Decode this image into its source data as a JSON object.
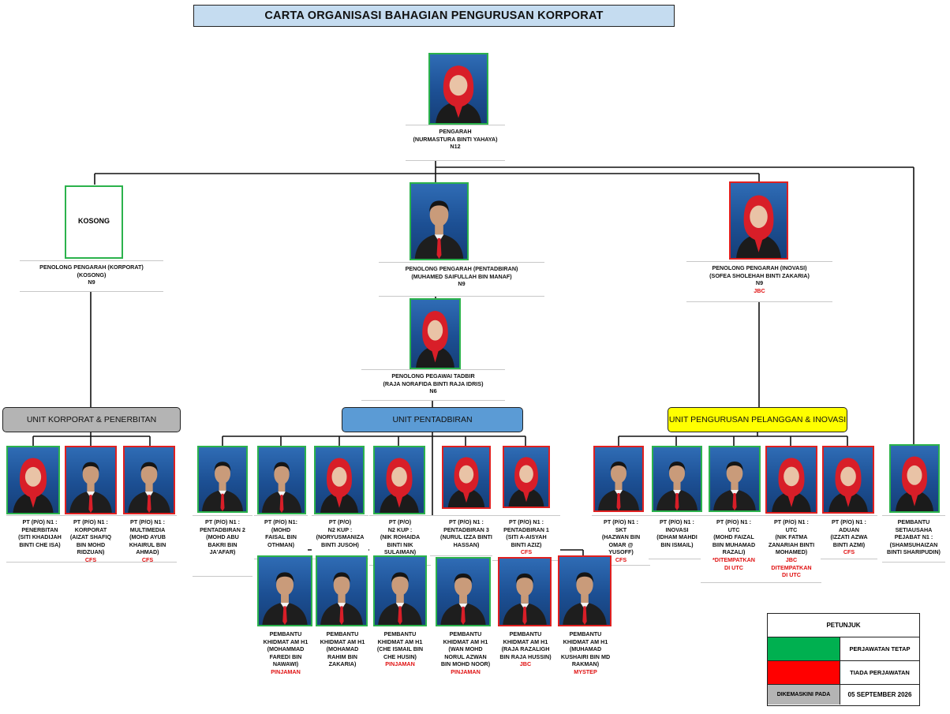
{
  "title": "CARTA ORGANISASI BAHAGIAN PENGURUSAN KORPORAT",
  "director": {
    "role": "PENGARAH",
    "name": "(NURMASTURA BINTI YAHAYA)",
    "grade": "N12"
  },
  "deputies": [
    {
      "placeholder": "KOSONG",
      "role": "PENOLONG PENGARAH (KORPORAT)",
      "name": "(KOSONG)",
      "grade": "N9",
      "status": ""
    },
    {
      "role": "PENOLONG PENGARAH (PENTADBIRAN)",
      "name": "(MUHAMED SAIFULLAH BIN MANAF)",
      "grade": "N9",
      "status": ""
    },
    {
      "role": "PENOLONG PENGARAH (INOVASI)",
      "name": "(SOFEA SHOLEHAH BINTI ZAKARIA)",
      "grade": "N9",
      "status": "JBC"
    }
  ],
  "admin_officer": {
    "role": "PENOLONG PEGAWAI TADBIR",
    "name": "(RAJA NORAFIDA BINTI RAJA IDRIS)",
    "grade": "N6"
  },
  "units": [
    {
      "label": "UNIT KORPORAT & PENERBITAN",
      "color": "#b4b4b4"
    },
    {
      "label": "UNIT PENTADBIRAN",
      "color": "#5b9bd5"
    },
    {
      "label": "UNIT PENGURUSAN PELANGGAN & INOVASI",
      "color": "#ffff00"
    }
  ],
  "staff": [
    {
      "text": "PT (P/O) N1 :\nPENERBITAN\n(SITI KHADIJAH\nBINTI CHE ISA)",
      "status": ""
    },
    {
      "text": "PT (P/O) N1 :\nKORPORAT\n(AIZAT SHAFIQ\nBIN MOHD\nRIDZUAN)",
      "status": "CFS"
    },
    {
      "text": "PT (P/O) N1 :\nMULTIMEDIA\n(MOHD AYUB\nKHAIRUL BIN\nAHMAD)",
      "status": "CFS"
    },
    {
      "text": "PT (P/O) N1 :\nPENTADBIRAN 2\n(MOHD ABU\nBAKRI BIN\nJA'AFAR)",
      "status": ""
    },
    {
      "text": "PT (P/O) N1:\n(MOHD\nFAISAL BIN\nOTHMAN)",
      "status": ""
    },
    {
      "text": "PT (P/O)\nN2 KUP :\n(NORYUSMANIZA\nBINTI JUSOH)",
      "status": ""
    },
    {
      "text": "PT (P/O)\nN2 KUP :\n(NIK ROHAIDA\nBINTI NIK\nSULAIMAN)",
      "status": ""
    },
    {
      "text": "PT (P/O) N1 :\nPENTADBIRAN 3\n(NURUL IZZA BINTI\nHASSAN)",
      "status": ""
    },
    {
      "text": "PT (P/O) N1 :\nPENTADBIRAN 1\n(SITI A-AISYAH\nBINTI AZIZ)",
      "status": "CFS"
    },
    {
      "text": "PT (P/O) N1 :\nSKT\n(HAZWAN BIN\nOMAR @\nYUSOFF)",
      "status": "CFS"
    },
    {
      "text": "PT (P/O) N1 :\nINOVASI\n(IDHAM MAHDI\nBIN ISMAIL)",
      "status": ""
    },
    {
      "text": "PT (P/O) N1 :\nUTC\n(MOHD FAIZAL\nBIIN MUHAMAD\nRAZALI)",
      "status": "*DITEMPATKAN\nDI UTC"
    },
    {
      "text": "PT (P/O) N1 :\nUTC\n(NIK FATMA\nZANARIAH BINTI\nMOHAMED)",
      "status": "JBC\nDITEMPATKAN\nDI UTC"
    },
    {
      "text": "PT (P/O) N1 :\nADUAN\n(IZZATI AZWA\nBINTI AZMI)",
      "status": "CFS"
    },
    {
      "text": "PEMBANTU\nSETIAUSAHA\nPEJABAT N1 :\n(SHAMSUHAIZAN\nBINTI SHARIPUDIN)",
      "status": ""
    }
  ],
  "general_staff": [
    {
      "text": "PEMBANTU\nKHIDMAT AM H1\n(MOHAMMAD\nFAREDI BIN\nNAWAWI)",
      "status": "PINJAMAN"
    },
    {
      "text": "PEMBANTU\nKHIDMAT AM  H1\n(MOHAMAD\nRAHIM BIN\nZAKARIA)",
      "status": ""
    },
    {
      "text": "PEMBANTU\nKHIDMAT AM  H1\n(CHE ISMAIL BIN\nCHE HUSIN)",
      "status": "PINJAMAN"
    },
    {
      "text": "PEMBANTU\nKHIDMAT AM H1\n(WAN MOHD\nNORUL AZWAN\nBIN MOHD NOOR)",
      "status": "PINJAMAN"
    },
    {
      "text": "PEMBANTU\nKHIDMAT AM H1\n(RAJA RAZALIGH\nBIN RAJA HUSSIN)",
      "status": "JBC"
    },
    {
      "text": "PEMBANTU\nKHIDMAT AM H1\n(MUHAMAD\nKUSHAIRI BIN MD\nRAKMAN)",
      "status": "MYSTEP"
    }
  ],
  "legend": {
    "title": "PETUNJUK",
    "items": [
      {
        "color": "#00b050",
        "label": "PERJAWATAN TETAP"
      },
      {
        "color": "#ff0000",
        "label": "TIADA PERJAWATAN"
      }
    ],
    "updated_label": "DIKEMASKINI PADA",
    "updated_date": "05 SEPTEMBER 2026",
    "updated_color": "#b4b4b4"
  }
}
